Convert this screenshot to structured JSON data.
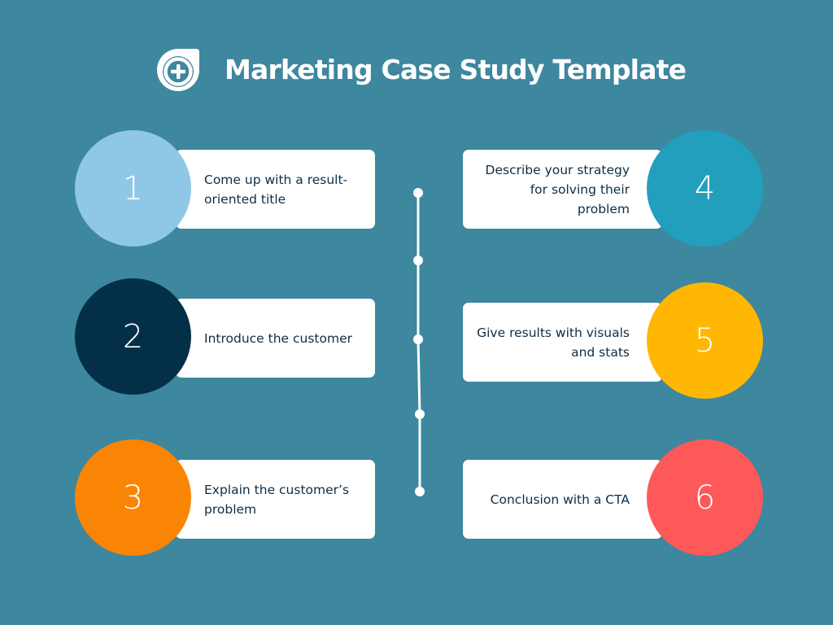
{
  "header": {
    "title": "Marketing Case Study Template",
    "logo_icon": "plus-circle-badge-icon"
  },
  "colors": {
    "background": "#3d879f",
    "card": "#ffffff",
    "text": "#0e2e45",
    "step1": "#8ec8e6",
    "step2": "#033048",
    "step3": "#fa8504",
    "step4": "#229fbd",
    "step5": "#ffb703",
    "step6": "#fd5958"
  },
  "steps": [
    {
      "number": "1",
      "text": "Come up with a result-oriented title",
      "color": "#8ec8e6"
    },
    {
      "number": "2",
      "text": "Introduce the customer",
      "color": "#033048"
    },
    {
      "number": "3",
      "text": "Explain the customer’s problem",
      "color": "#fa8504"
    },
    {
      "number": "4",
      "text": "Describe your strategy for solving their problem",
      "color": "#229fbd"
    },
    {
      "number": "5",
      "text": "Give results with visuals and stats",
      "color": "#ffb703"
    },
    {
      "number": "6",
      "text": "Conclusion with a CTA",
      "color": "#fd5958"
    }
  ],
  "timeline": {
    "dots": 5
  }
}
